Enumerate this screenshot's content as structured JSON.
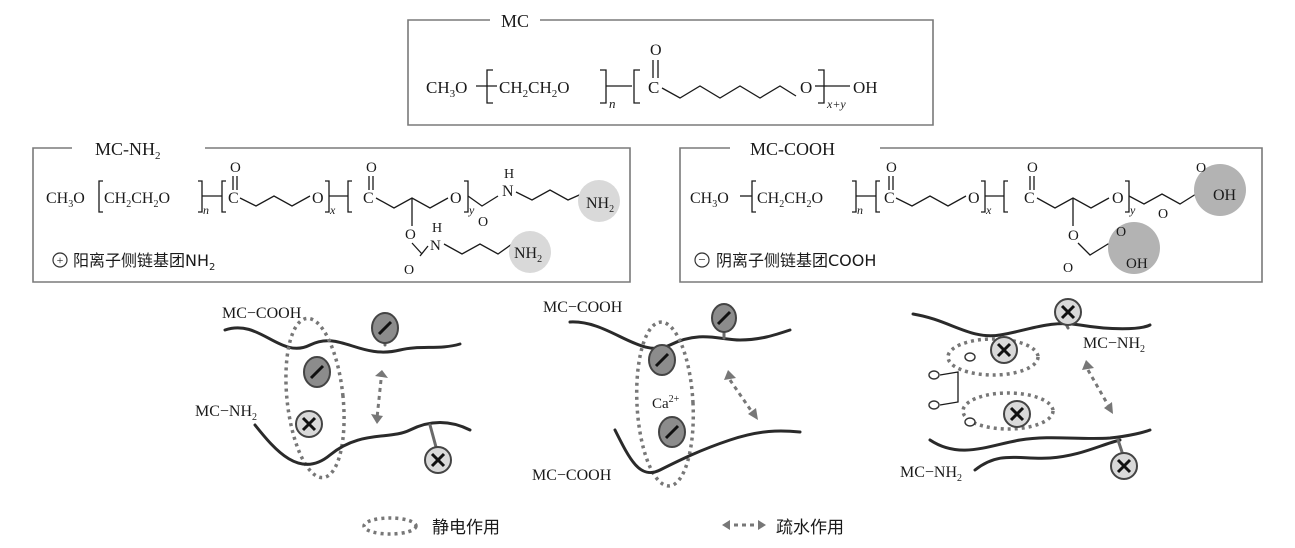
{
  "mc_box": {
    "title": "MC",
    "formula": {
      "ch3o": "CH",
      "ch3o_sub": "3",
      "ch3o_tail": "O",
      "peg": "CH",
      "peg_sub1": "2",
      "peg_mid": "CH",
      "peg_sub2": "2",
      "peg_o": "O",
      "n": "n",
      "carbonyl_o": "O",
      "c": "C",
      "ester_o": "O",
      "xy": "x+y",
      "oh": "OH"
    }
  },
  "nh2_box": {
    "title": "MC-NH",
    "title_sub": "2",
    "formula": {
      "start": "CH",
      "start_sub": "3",
      "start_o": "O",
      "peg": "CH",
      "peg_sub1": "2",
      "peg_mid": "CH",
      "peg_sub2": "2",
      "peg_o": "O",
      "n": "n",
      "o_top1": "O",
      "c1": "C",
      "o_mid": "O",
      "x": "x",
      "o_top2": "O",
      "c2": "C",
      "o_end": "O",
      "y": "y",
      "carb_o": "O",
      "nh_h": "H",
      "nh_n": "N",
      "nh2": "NH",
      "nh2_sub": "2",
      "side_o": "O",
      "side_c_o": "O",
      "side_h": "H",
      "side_n": "N",
      "side_nh2": "NH",
      "side_nh2_sub": "2"
    },
    "legend_symbol": "+",
    "legend_text": "阳离子侧链基团NH",
    "legend_sub": "2"
  },
  "cooh_box": {
    "title": "MC-COOH",
    "formula": {
      "start": "CH",
      "start_sub": "3",
      "start_o": "O",
      "peg": "CH",
      "peg_sub1": "2",
      "peg_mid": "CH",
      "peg_sub2": "2",
      "peg_o": "O",
      "n": "n",
      "o_top1": "O",
      "c1": "C",
      "o_mid": "O",
      "x": "x",
      "o_top2": "O",
      "c2": "C",
      "o_end": "O",
      "y": "y",
      "keto_o": "O",
      "acid_o": "O",
      "oh": "OH",
      "side_o": "O",
      "side_c_o": "O",
      "side_acid_o": "O",
      "side_oh": "OH"
    },
    "legend_symbol": "−",
    "legend_text": "阴离子侧链基团COOH"
  },
  "panels": {
    "left": {
      "top_label": "MC−COOH",
      "bottom_label": "MC−NH",
      "bottom_sub": "2"
    },
    "middle": {
      "top_label": "MC−COOH",
      "ion": "Ca",
      "ion_charge": "2+",
      "bottom_label": "MC−COOH"
    },
    "right": {
      "top_label": "MC−NH",
      "top_sub": "2",
      "bottom_label": "MC−NH",
      "bottom_sub": "2"
    }
  },
  "legend": {
    "electrostatic": "静电作用",
    "hydrophobic": "疏水作用"
  },
  "colors": {
    "box_border": "#7a7a7a",
    "chain_dark": "#2a2a2a",
    "chain_grey": "#6a6a6a",
    "neg_bead": "#8c8c8c",
    "pos_bead": "#d9d9d9",
    "highlight_nh2": "#d9d9d9",
    "highlight_cooh": "#b3b3b3"
  },
  "icons": [
    "positive-charge-icon",
    "negative-charge-icon",
    "dotted-ellipse-icon",
    "double-arrow-icon"
  ]
}
